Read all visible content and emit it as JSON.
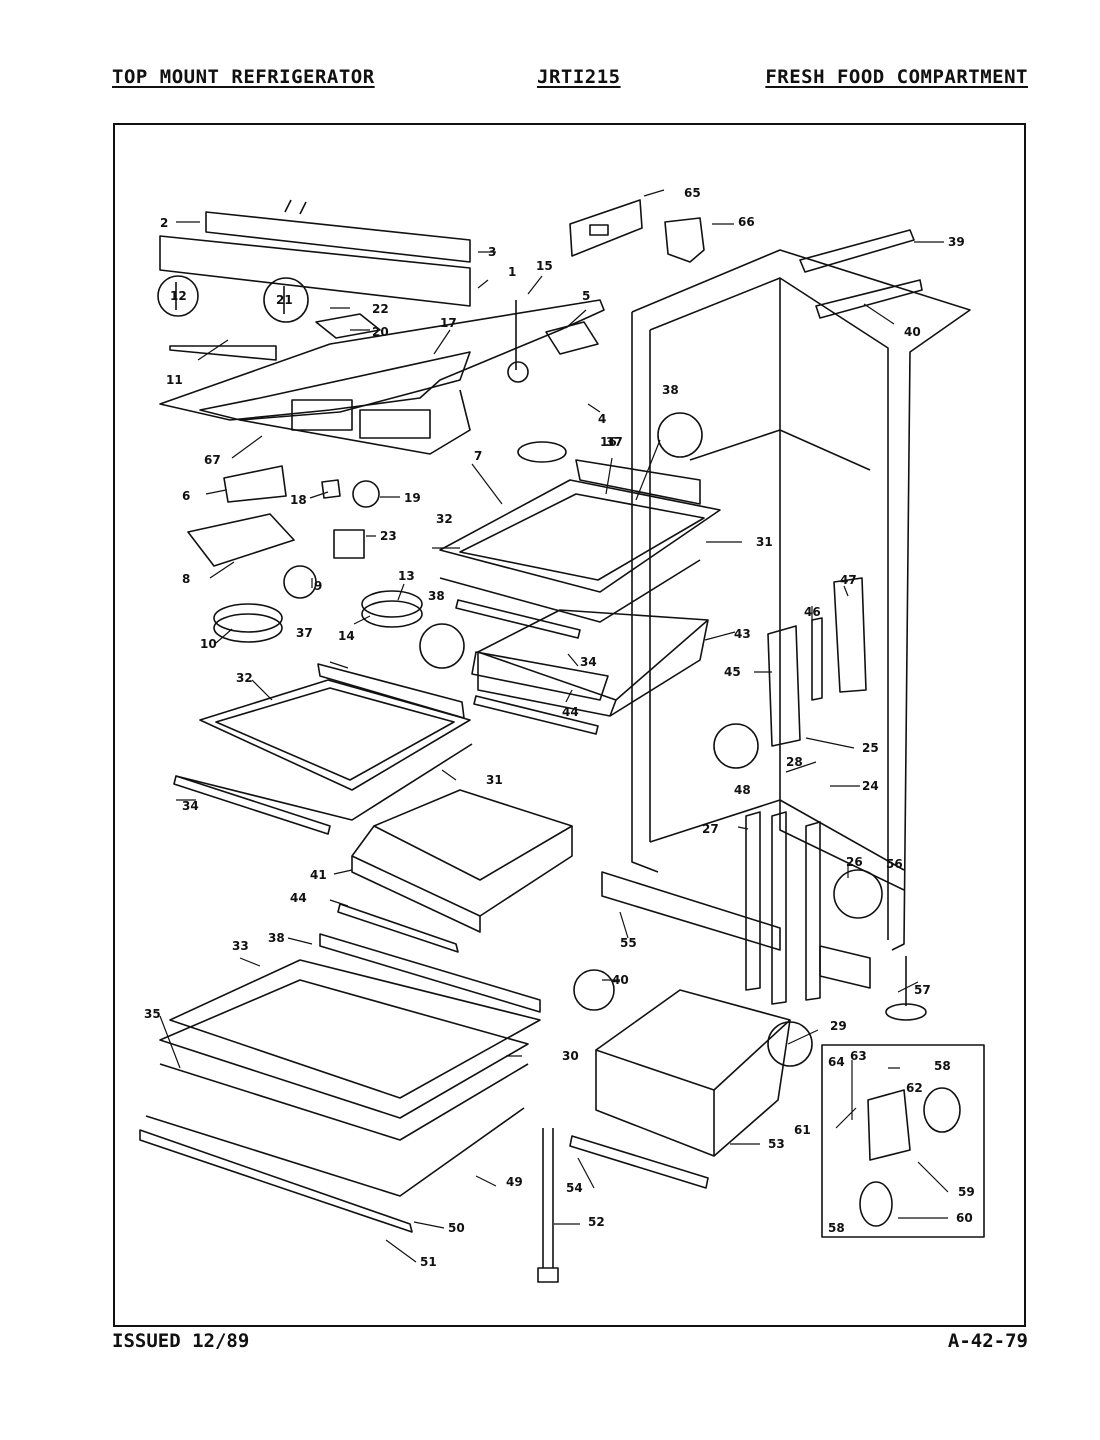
{
  "header": {
    "left": "TOP MOUNT REFRIGERATOR",
    "center": "JRTI215",
    "right": "FRESH FOOD COMPARTMENT"
  },
  "footer": {
    "left": "ISSUED 12/89",
    "right": "A-42-79"
  },
  "callouts": [
    "1",
    "2",
    "3",
    "4",
    "5",
    "6",
    "7",
    "8",
    "9",
    "10",
    "11",
    "12",
    "13",
    "14",
    "15",
    "16",
    "17",
    "18",
    "19",
    "20",
    "21",
    "22",
    "23",
    "24",
    "25",
    "26",
    "27",
    "28",
    "29",
    "30",
    "31",
    "31",
    "32",
    "32",
    "33",
    "34",
    "34",
    "35",
    "37",
    "37",
    "38",
    "38",
    "38",
    "38",
    "39",
    "40",
    "40",
    "41",
    "43",
    "44",
    "44",
    "45",
    "46",
    "47",
    "48",
    "49",
    "50",
    "51",
    "52",
    "53",
    "54",
    "55",
    "56",
    "57",
    "58",
    "58",
    "59",
    "60",
    "61",
    "62",
    "63",
    "64",
    "65",
    "66",
    "67"
  ]
}
